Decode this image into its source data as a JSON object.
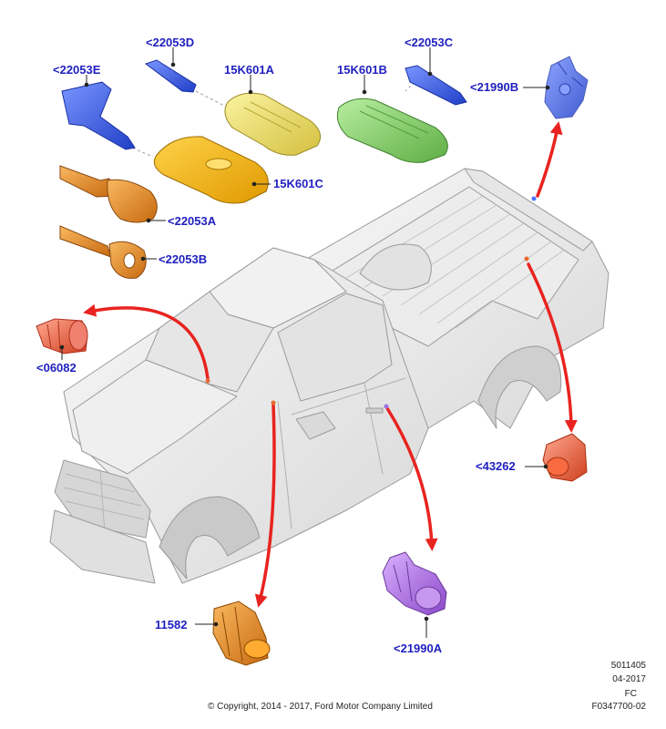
{
  "labels": {
    "l_22053E": "<22053E",
    "l_22053D": "<22053D",
    "l_15K601A": "15K601A",
    "l_15K601B": "15K601B",
    "l_22053C": "<22053C",
    "l_21990B": "<21990B",
    "l_15K601C": "15K601C",
    "l_22053A": "<22053A",
    "l_22053B": "<22053B",
    "l_06082": "<06082",
    "l_43262": "<43262",
    "l_11582": "11582",
    "l_21990A": "<21990A"
  },
  "footer": {
    "copyright": "© Copyright, 2014 - 2017, Ford Motor Company Limited",
    "code1": "5011405",
    "date": "04-2017",
    "fc": "FC",
    "ref": "F0347700-02"
  },
  "colors": {
    "label_blue": "#1f1fbf",
    "arrow_red": "#e8231f",
    "key_yellow": "#f0e060",
    "key_green": "#7fcc60",
    "key_gold": "#f5b400",
    "key_blue": "#3a5fe0",
    "lock_orange": "#f09030",
    "lock_purple": "#b070e0",
    "lock_red": "#f07060"
  }
}
